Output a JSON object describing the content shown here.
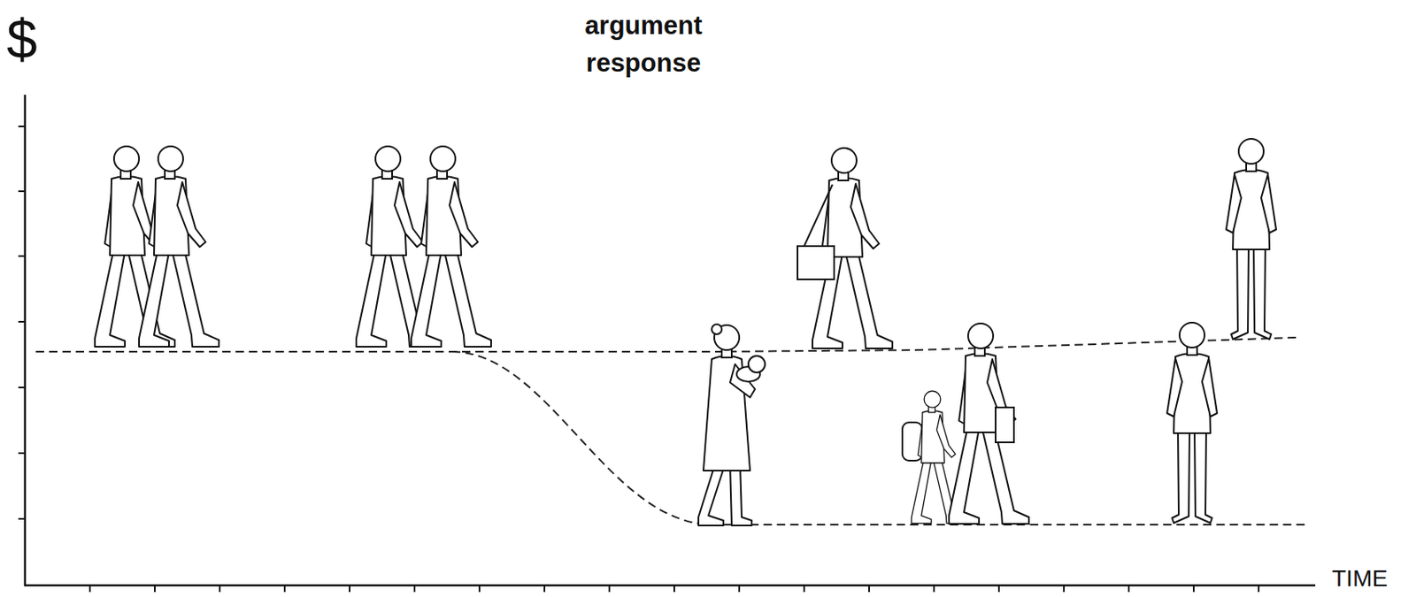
{
  "diagram": {
    "title": "argument response",
    "labels": [
      "$",
      "TIME"
    ]
  }
}
